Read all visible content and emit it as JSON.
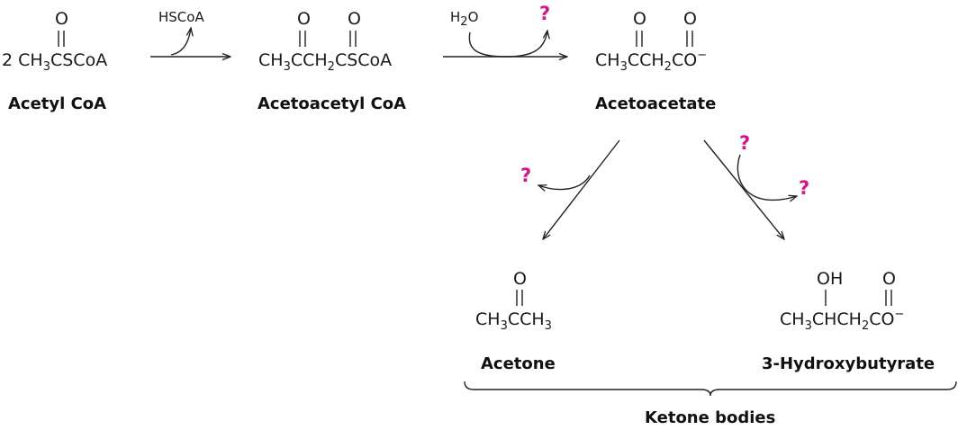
{
  "compounds": {
    "acetyl_coa": {
      "coefficient": "2 ",
      "formula": [
        "CH",
        "3",
        "CSCoA"
      ],
      "oxygen": "O",
      "name": "Acetyl CoA"
    },
    "acetoacetyl_coa": {
      "formula": [
        "CH",
        "3",
        "CCH",
        "2",
        "CSCoA"
      ],
      "oxygen": "O",
      "name": "Acetoacetyl CoA"
    },
    "acetoacetate": {
      "formula": [
        "CH",
        "3",
        "CCH",
        "2",
        "CO"
      ],
      "charge": "−",
      "oxygen": "O",
      "name": "Acetoacetate"
    },
    "acetone": {
      "formula": [
        "CH",
        "3",
        "CCH",
        "3"
      ],
      "oxygen": "O",
      "name": "Acetone"
    },
    "hydroxybutyrate": {
      "formula": [
        "CH",
        "3",
        "CHCH",
        "2",
        "CO"
      ],
      "charge": "−",
      "hydroxyl": "OH",
      "oxygen": "O",
      "name": "3-Hydroxybutyrate"
    }
  },
  "reactions": {
    "step1_byproduct": "HSCoA",
    "step2_reactant": [
      "H",
      "2",
      "O"
    ],
    "unknown_marker": "?"
  },
  "group_label": "Ketone bodies",
  "colors": {
    "unknown_marker": "#d6158a",
    "ink": "#1a1a1a"
  }
}
